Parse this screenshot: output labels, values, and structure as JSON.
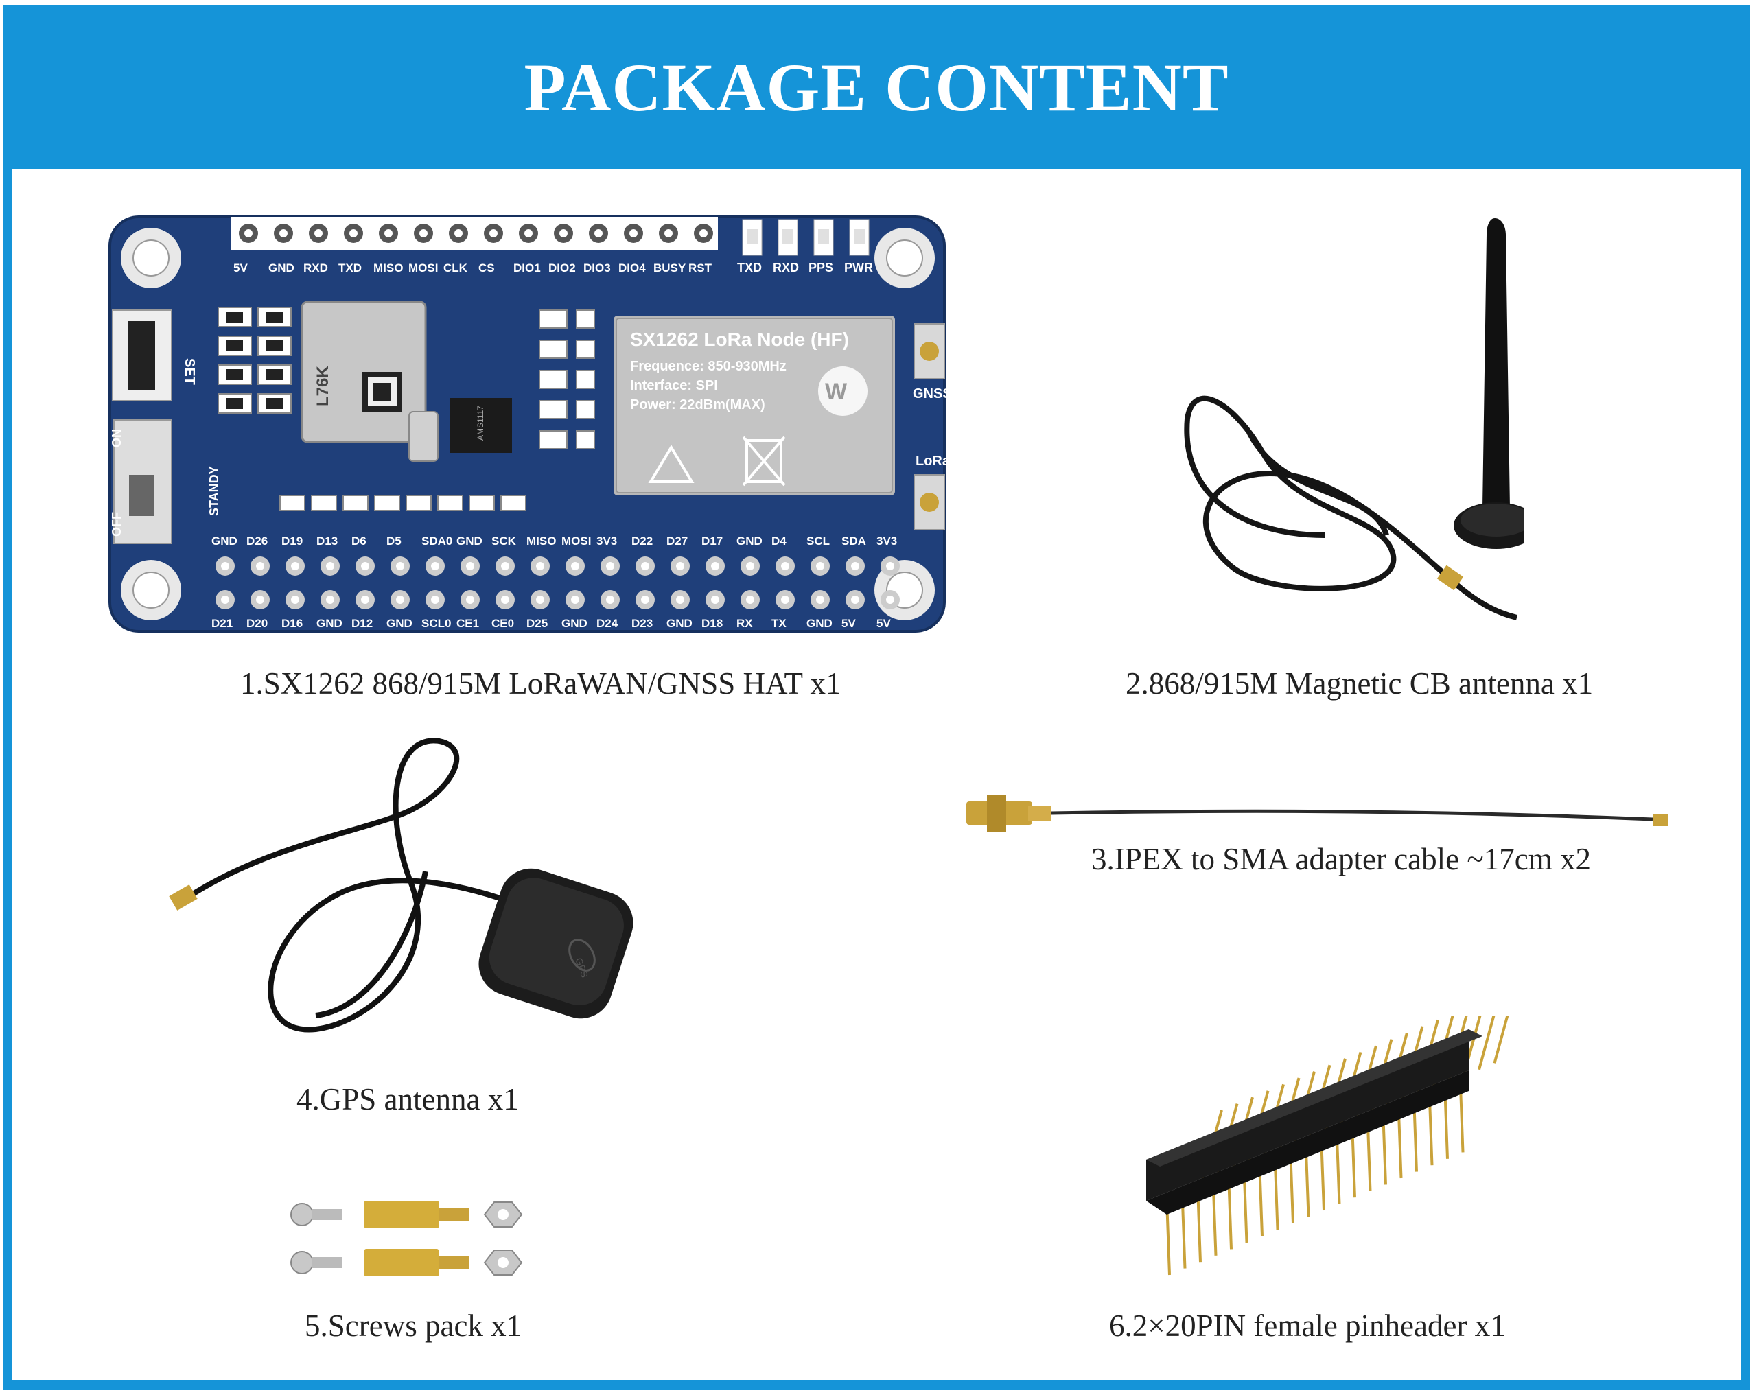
{
  "title": "PACKAGE CONTENT",
  "board": {
    "pin_labels_top": [
      "5V",
      "GND",
      "RXD",
      "TXD",
      "MISO",
      "MOSI",
      "CLK",
      "CS",
      "DIO1",
      "DIO2",
      "DIO3",
      "DIO4",
      "BUSY",
      "RST"
    ],
    "led_labels": [
      "TXD",
      "RXD",
      "PPS",
      "PWR"
    ],
    "header_top_labels": [
      "GND",
      "D26",
      "D19",
      "D13",
      "D6",
      "D5",
      "SDA0",
      "GND",
      "SCK",
      "MISO",
      "MOSI",
      "3V3",
      "D22",
      "D27",
      "D17",
      "GND",
      "D4",
      "SCL",
      "SDA",
      "3V3"
    ],
    "header_bottom_labels": [
      "D21",
      "D20",
      "D16",
      "GND",
      "D12",
      "GND",
      "SCL0",
      "CE1",
      "CE0",
      "D25",
      "GND",
      "D24",
      "D23",
      "GND",
      "D18",
      "RX",
      "TX",
      "GND",
      "5V",
      "5V"
    ],
    "module_title": "SX1262 LoRa Node (HF)",
    "module_lines": [
      "Frequence: 850-930MHz",
      "Interface: SPI",
      "Power: 22dBm(MAX)"
    ],
    "gnss_label": "GNSS",
    "lora_label": "LoRa",
    "set_label": "SET",
    "switch_labels": [
      "ON",
      "STANDY",
      "OFF"
    ],
    "gps_module_text": "L76K",
    "chip_text": "AMS1117"
  },
  "gps_puck_text": "GPS",
  "items": [
    {
      "caption": "1.SX1262 868/915M LoRaWAN/GNSS HAT x1"
    },
    {
      "caption": "2.868/915M Magnetic CB antenna x1"
    },
    {
      "caption": "3.IPEX to SMA adapter cable ~17cm x2"
    },
    {
      "caption": "4.GPS antenna x1"
    },
    {
      "caption": "5.Screws pack x1"
    },
    {
      "caption": "6.2×20PIN female pinheader x1"
    }
  ],
  "colors": {
    "accent": "#1594d8",
    "board": "#1f3f7a",
    "gold": "#c9a23a"
  }
}
